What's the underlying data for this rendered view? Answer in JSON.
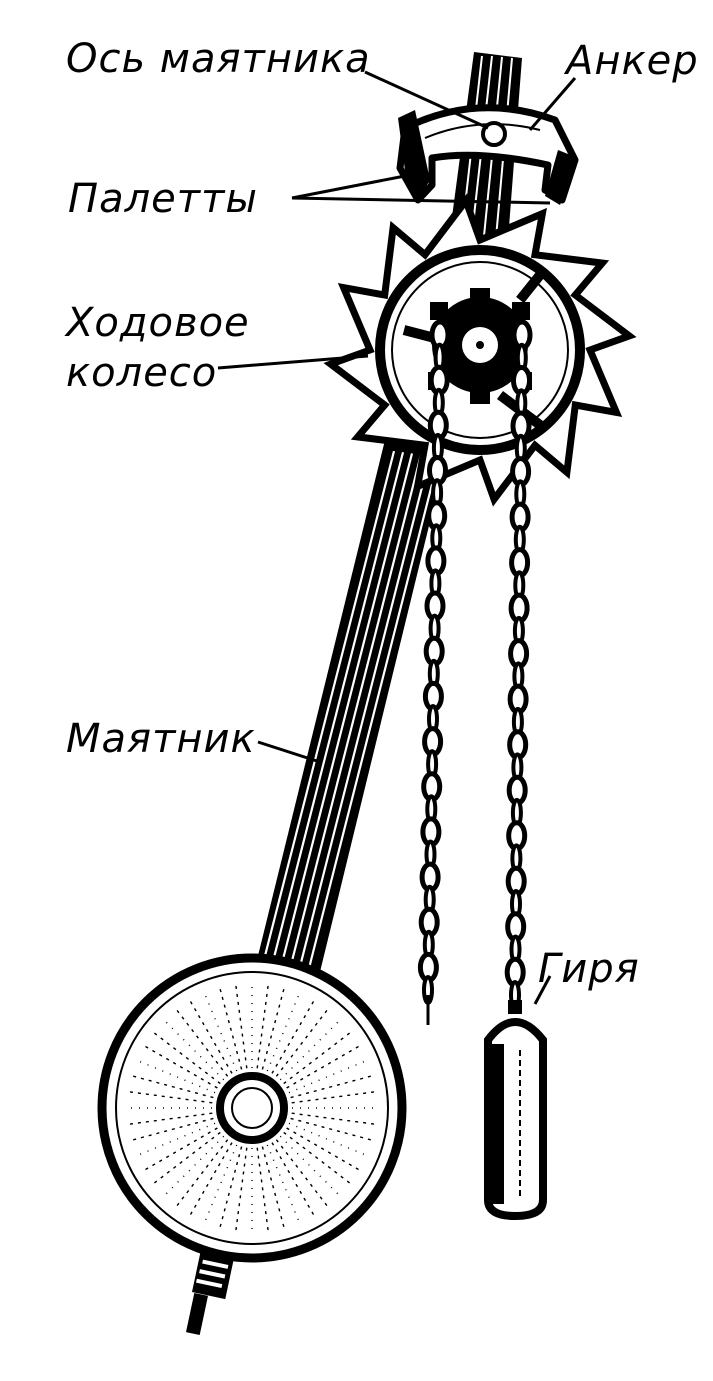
{
  "labels": {
    "pendulum_axis": "Ось маятника",
    "anchor": "Анкер",
    "pallets": "Палетты",
    "escape_wheel_line1": "Ходовое",
    "escape_wheel_line2": "колесо",
    "pendulum": "Маятник",
    "weight": "Гиря"
  },
  "colors": {
    "ink": "#000000",
    "paper": "#ffffff"
  }
}
